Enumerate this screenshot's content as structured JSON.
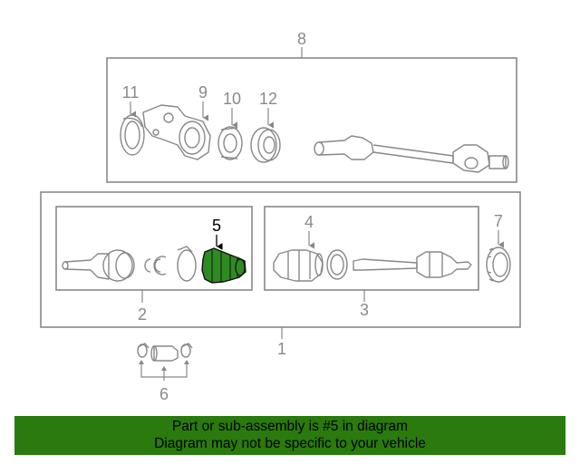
{
  "diagram": {
    "callouts": {
      "c1": "1",
      "c2": "2",
      "c3": "3",
      "c4": "4",
      "c5": "5",
      "c6": "6",
      "c7": "7",
      "c8": "8",
      "c9": "9",
      "c10": "10",
      "c11": "11",
      "c12": "12"
    },
    "highlighted_part": "5",
    "colors": {
      "highlight_fill": "#2e8b22",
      "line": "#888888",
      "banner": "#2a7a0e"
    }
  },
  "banner": {
    "line1": "Part or sub-assembly is #5 in diagram",
    "line2": "Diagram may not be specific to your vehicle"
  }
}
